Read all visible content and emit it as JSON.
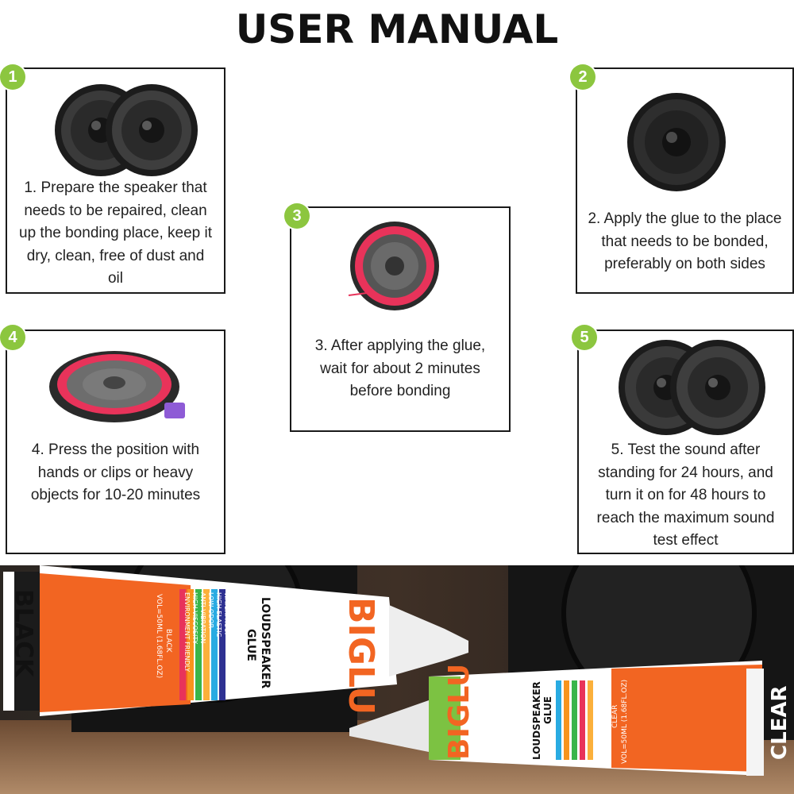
{
  "header": {
    "title": "USER MANUAL"
  },
  "steps": [
    {
      "number": "1",
      "text": [
        "1. Prepare the speaker that",
        "needs to be repaired, clean",
        "up the bonding place, keep it",
        "dry, clean, free of dust and",
        "oil"
      ]
    },
    {
      "number": "2",
      "text": [
        "2. Apply the glue to the place",
        "that needs to be bonded,",
        "preferably on both sides"
      ]
    },
    {
      "number": "3",
      "text": [
        "3. After applying the glue,",
        "wait for about 2 minutes",
        "before bonding"
      ]
    },
    {
      "number": "4",
      "text": [
        "4. Press the position with",
        "hands or clips or heavy",
        "objects for 10-20 minutes"
      ]
    },
    {
      "number": "5",
      "text": [
        "5. Test the sound after",
        "standing for 24 hours, and",
        "turn it on for 48 hours to",
        "reach the maximum sound",
        "test effect"
      ]
    }
  ],
  "product": {
    "variant_black": "BLACK",
    "variant_clear": "CLEAR",
    "brand": "BIGLU",
    "name_line1": "LOUDSPEAKER",
    "name_line2": "GLUE",
    "features": [
      "WATERPROOF",
      "HIGH ELASTIC",
      "LOW ODOR",
      "ANTI VIBRATION",
      "HIGH VISCOSITY",
      "ENVIRONMENT FRIENDLY"
    ],
    "black_label_type": "BLACK",
    "clear_label_type": "CLEAR",
    "volume": "VOL=50ML (1.68FL.OZ)"
  },
  "colors": {
    "badge": "#8cc63f",
    "tube_orange": "#f26522",
    "tube_green": "#7cc242",
    "speaker_red": "#e8335a"
  }
}
